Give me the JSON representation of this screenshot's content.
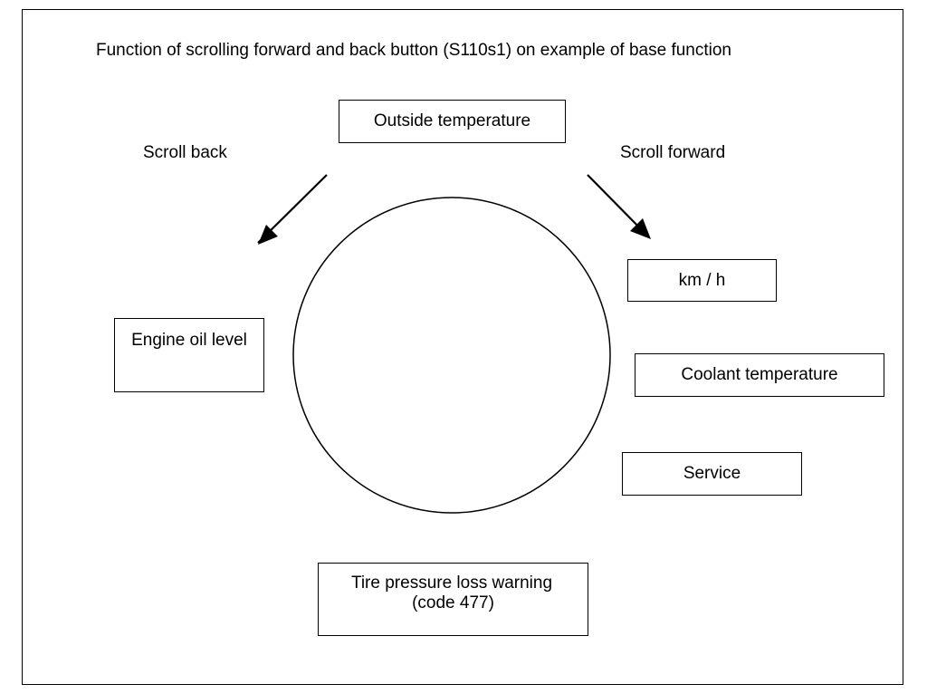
{
  "title": "Function of scrolling forward and back button (S110s1) on example of base function",
  "scroll_back_label": "Scroll back",
  "scroll_forward_label": "Scroll forward",
  "boxes": {
    "outside_temperature": "Outside temperature",
    "km_h": "km / h",
    "coolant_temperature": "Coolant temperature",
    "service": "Service",
    "tire_pressure_line1": "Tire pressure loss warning",
    "tire_pressure_line2": "(code 477)",
    "engine_oil_level": "Engine oil level"
  },
  "colors": {
    "line": "#000000",
    "background": "#ffffff"
  }
}
